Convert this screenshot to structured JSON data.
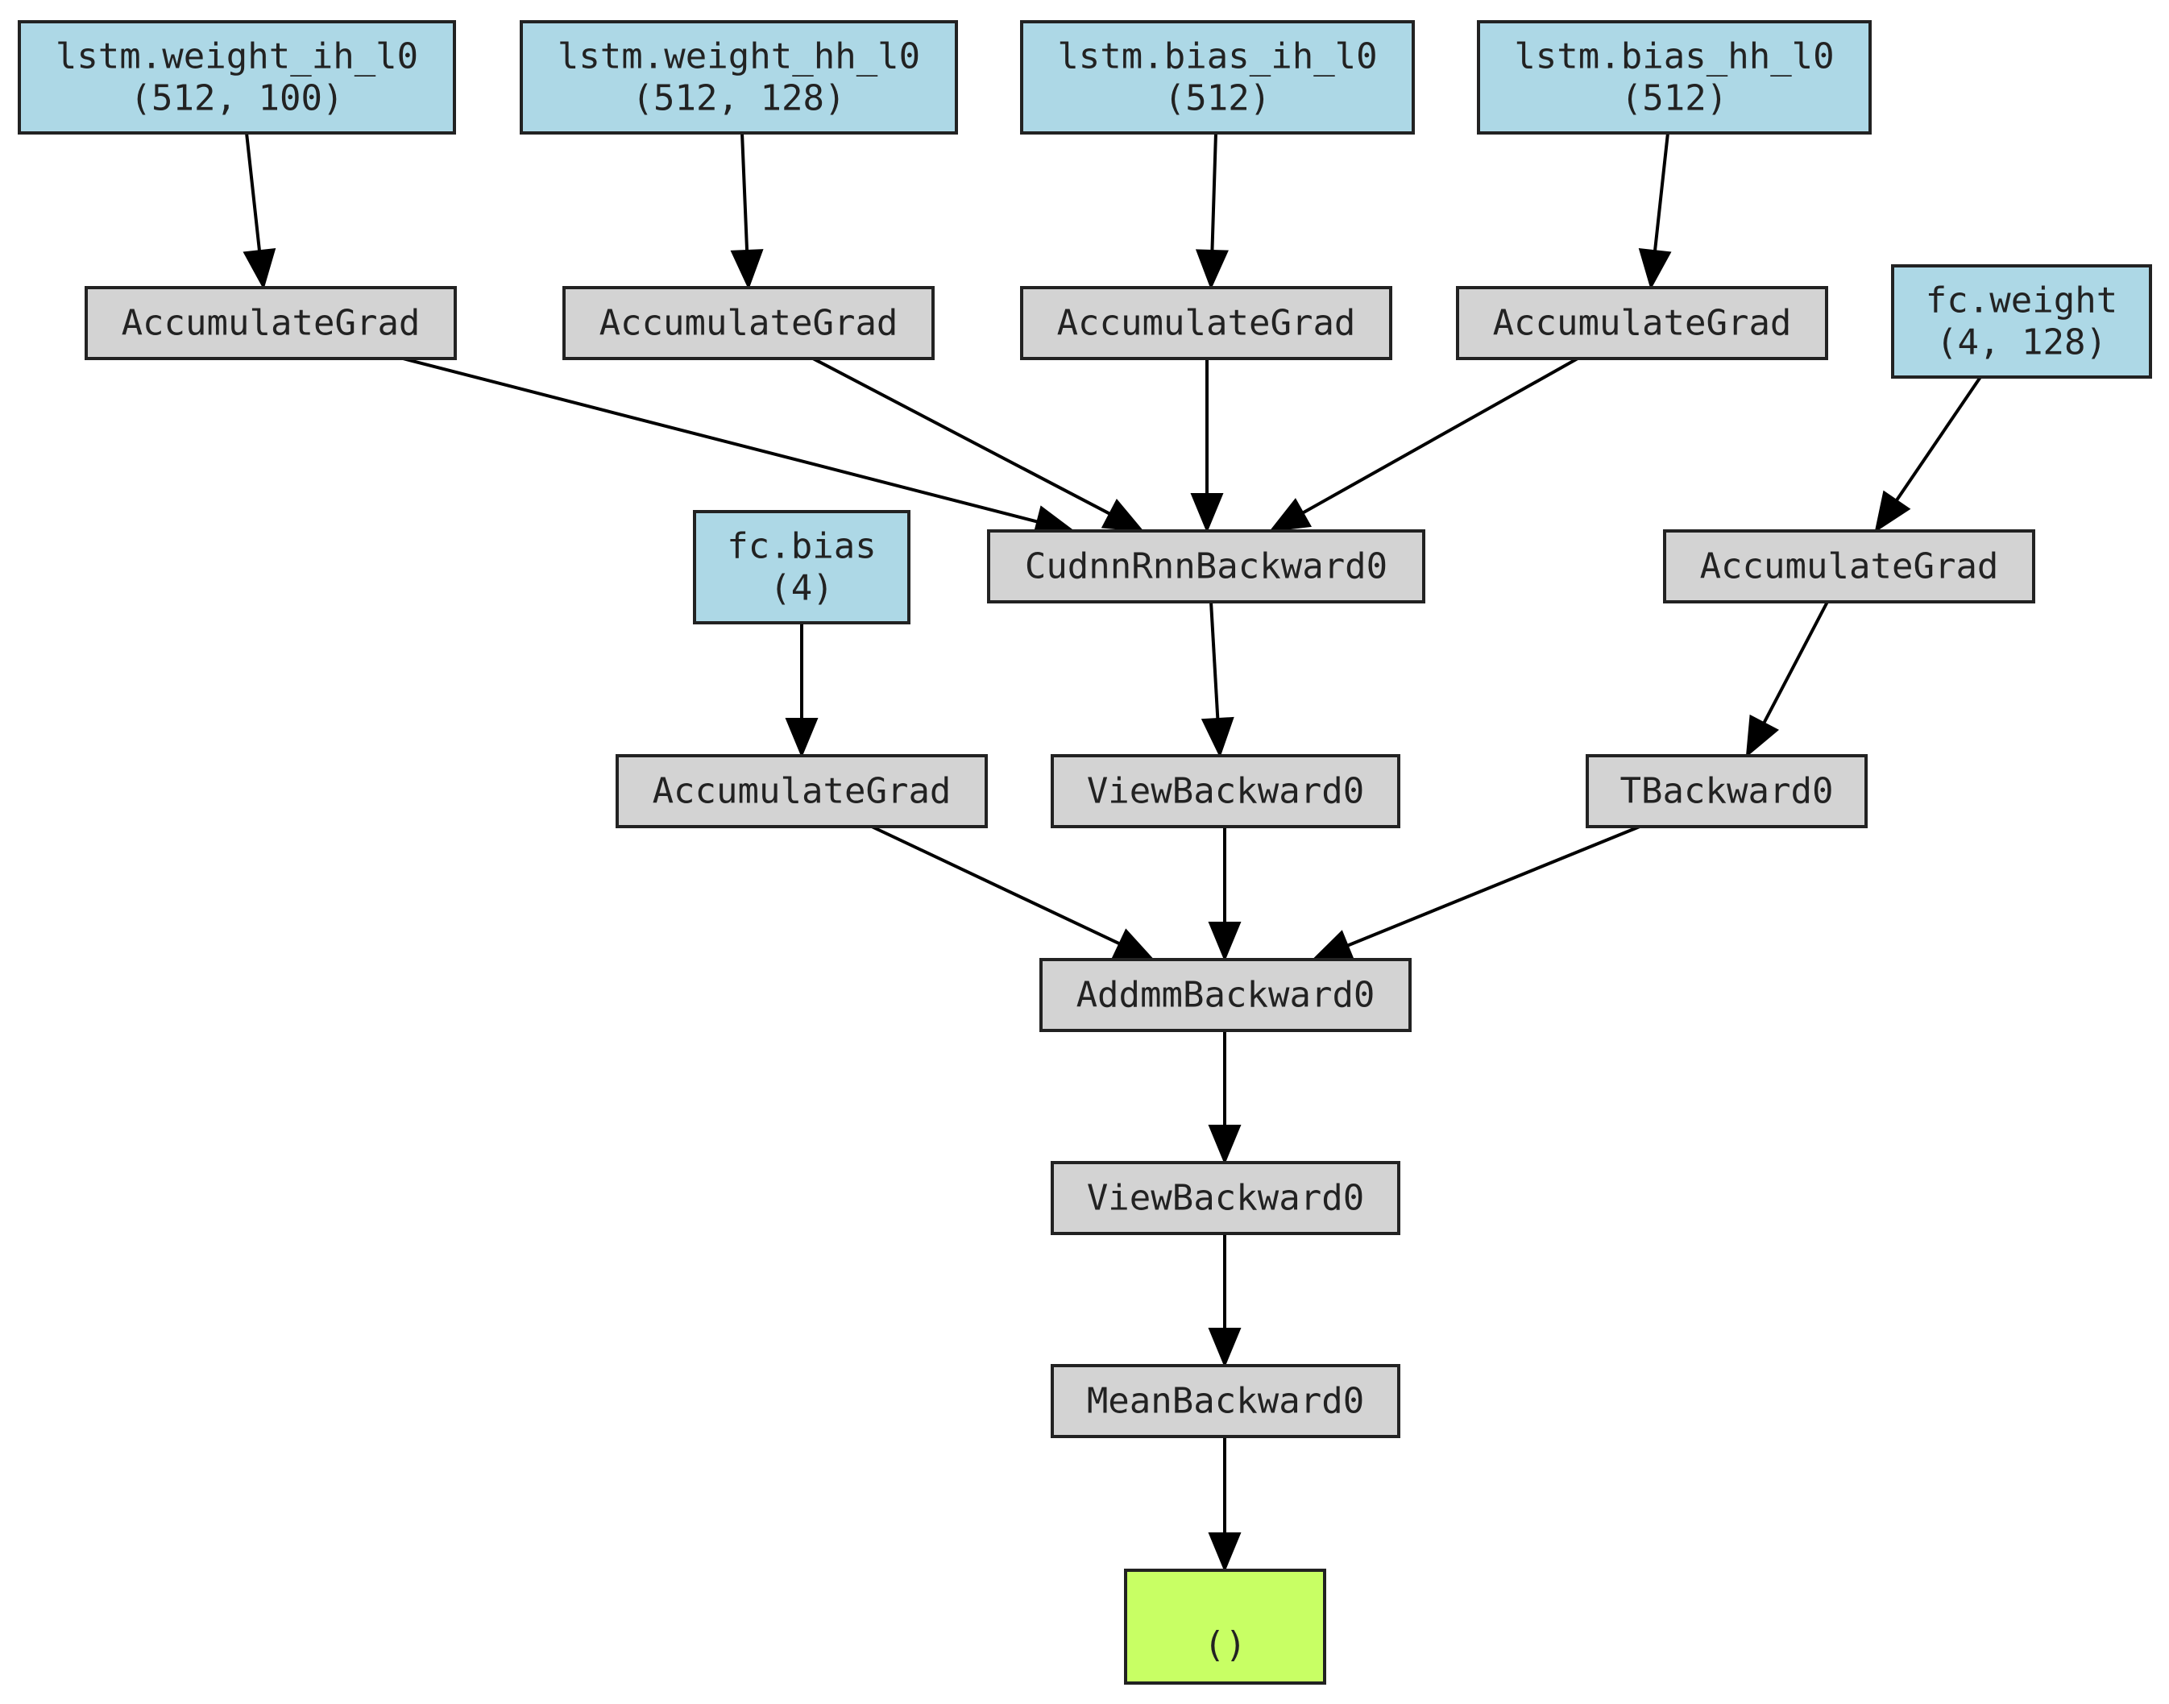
{
  "colors": {
    "parameter": "#add8e6",
    "operation": "#d3d3d3",
    "output": "#c8ff64",
    "border": "#222222",
    "edge": "#000000"
  },
  "nodes": [
    {
      "id": "w_ih",
      "kind": "parameter",
      "lines": [
        "lstm.weight_ih_l0",
        "(512, 100)"
      ]
    },
    {
      "id": "w_hh",
      "kind": "parameter",
      "lines": [
        "lstm.weight_hh_l0",
        "(512, 128)"
      ]
    },
    {
      "id": "b_ih",
      "kind": "parameter",
      "lines": [
        "lstm.bias_ih_l0",
        "(512)"
      ]
    },
    {
      "id": "b_hh",
      "kind": "parameter",
      "lines": [
        "lstm.bias_hh_l0",
        "(512)"
      ]
    },
    {
      "id": "ag1",
      "kind": "operation",
      "lines": [
        "AccumulateGrad"
      ]
    },
    {
      "id": "ag2",
      "kind": "operation",
      "lines": [
        "AccumulateGrad"
      ]
    },
    {
      "id": "ag3",
      "kind": "operation",
      "lines": [
        "AccumulateGrad"
      ]
    },
    {
      "id": "ag4",
      "kind": "operation",
      "lines": [
        "AccumulateGrad"
      ]
    },
    {
      "id": "fc_w",
      "kind": "parameter",
      "lines": [
        "fc.weight",
        "(4, 128)"
      ]
    },
    {
      "id": "fc_b",
      "kind": "parameter",
      "lines": [
        "fc.bias",
        "(4)"
      ]
    },
    {
      "id": "cudnn",
      "kind": "operation",
      "lines": [
        "CudnnRnnBackward0"
      ]
    },
    {
      "id": "ag5",
      "kind": "operation",
      "lines": [
        "AccumulateGrad"
      ]
    },
    {
      "id": "ag6",
      "kind": "operation",
      "lines": [
        "AccumulateGrad"
      ]
    },
    {
      "id": "view1",
      "kind": "operation",
      "lines": [
        "ViewBackward0"
      ]
    },
    {
      "id": "tback",
      "kind": "operation",
      "lines": [
        "TBackward0"
      ]
    },
    {
      "id": "addmm",
      "kind": "operation",
      "lines": [
        "AddmmBackward0"
      ]
    },
    {
      "id": "view2",
      "kind": "operation",
      "lines": [
        "ViewBackward0"
      ]
    },
    {
      "id": "mean",
      "kind": "operation",
      "lines": [
        "MeanBackward0"
      ]
    },
    {
      "id": "out",
      "kind": "output",
      "lines": [
        "()"
      ]
    }
  ],
  "edges": [
    {
      "from": "w_ih",
      "to": "ag1"
    },
    {
      "from": "w_hh",
      "to": "ag2"
    },
    {
      "from": "b_ih",
      "to": "ag3"
    },
    {
      "from": "b_hh",
      "to": "ag4"
    },
    {
      "from": "ag1",
      "to": "cudnn"
    },
    {
      "from": "ag2",
      "to": "cudnn"
    },
    {
      "from": "ag3",
      "to": "cudnn"
    },
    {
      "from": "ag4",
      "to": "cudnn"
    },
    {
      "from": "fc_w",
      "to": "ag5"
    },
    {
      "from": "fc_b",
      "to": "ag6"
    },
    {
      "from": "cudnn",
      "to": "view1"
    },
    {
      "from": "ag5",
      "to": "tback"
    },
    {
      "from": "ag6",
      "to": "addmm"
    },
    {
      "from": "view1",
      "to": "addmm"
    },
    {
      "from": "tback",
      "to": "addmm"
    },
    {
      "from": "addmm",
      "to": "view2"
    },
    {
      "from": "view2",
      "to": "mean"
    },
    {
      "from": "mean",
      "to": "out"
    }
  ]
}
